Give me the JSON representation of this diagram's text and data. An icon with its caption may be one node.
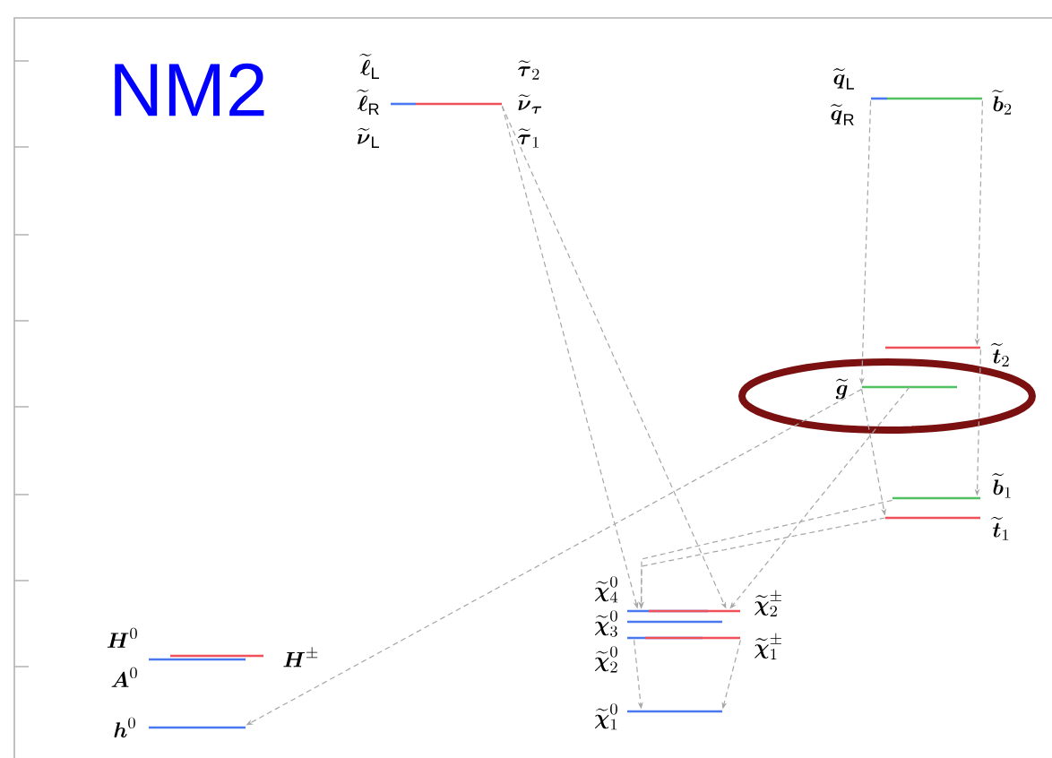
{
  "diagram": {
    "title": "NM2",
    "nodes": [
      {
        "text": [
          "\\widetilde{\\boldsymbol{\\ell}}_{\\mathrm{L}}",
          "\\widetilde{\\boldsymbol{\\ell}}_{\\mathrm{R}}",
          "\\widetilde{\\boldsymbol{\\nu}}_{\\mathrm{L}}",
          "\\widetilde{\\boldsymbol{\\tau}}_{2}",
          "\\widetilde{\\boldsymbol{\\nu}}_{\\boldsymbol{\\tau}}",
          "\\widetilde{\\boldsymbol{\\tau}}_{1}"
        ]
      },
      {
        "text": [
          "\\widetilde{\\boldsymbol{q}}_{\\mathrm{L}}",
          "\\widetilde{\\boldsymbol{q}}_{\\mathrm{R}}",
          "\\widetilde{\\boldsymbol{b}}_{2}"
        ]
      },
      {
        "text": [
          "\\widetilde{\\boldsymbol{t}}_{2}"
        ]
      },
      {
        "text": [
          "\\widetilde{\\boldsymbol{g}}"
        ]
      },
      {
        "text": [
          "\\widetilde{\\boldsymbol{b}}_{1}"
        ]
      },
      {
        "text": [
          "\\widetilde{\\boldsymbol{t}}_{1}"
        ]
      },
      {
        "text": [
          "\\widetilde{\\boldsymbol{\\chi}}^{0}_{4}"
        ]
      },
      {
        "text": [
          "\\widetilde{\\boldsymbol{\\chi}}^{\\pm}_{2}"
        ]
      },
      {
        "text": [
          "\\widetilde{\\boldsymbol{\\chi}}^{0}_{3}"
        ]
      },
      {
        "text": [
          "\\widetilde{\\boldsymbol{\\chi}}^{0}_{2}"
        ]
      },
      {
        "text": [
          "\\widetilde{\\boldsymbol{\\chi}}^{\\pm}_{1}"
        ]
      },
      {
        "text": [
          "\\widetilde{\\boldsymbol{\\chi}}^{0}_{1}"
        ]
      },
      {
        "text": [
          "\\boldsymbol{H}^{0}",
          "\\boldsymbol{A}^{0}",
          "\\boldsymbol{H}^{\\pm}"
        ]
      },
      {
        "text": [
          "\\boldsymbol{h}^{0}"
        ]
      }
    ],
    "edges": [
      {
        "from": 0,
        "to": 6,
        "arrow": "to"
      },
      {
        "from": 0,
        "to": 7,
        "arrow": "to"
      },
      {
        "from": 1,
        "to": 3,
        "arrow": "to"
      },
      {
        "from": 1,
        "to": 2,
        "arrow": "to"
      },
      {
        "from": 2,
        "to": 4,
        "arrow": "to"
      },
      {
        "from": 3,
        "to": 5,
        "arrow": "to"
      },
      {
        "from": 3,
        "to": 7,
        "arrow": "to"
      },
      {
        "from": 5,
        "to": 6,
        "arrow": "to"
      },
      {
        "from": 4,
        "to": 6,
        "arrow": "to"
      },
      {
        "from": 3,
        "to": 13,
        "arrow": "to"
      },
      {
        "from": 9,
        "to": 11,
        "arrow": "to"
      },
      {
        "from": 10,
        "to": 11,
        "arrow": "to"
      }
    ]
  }
}
